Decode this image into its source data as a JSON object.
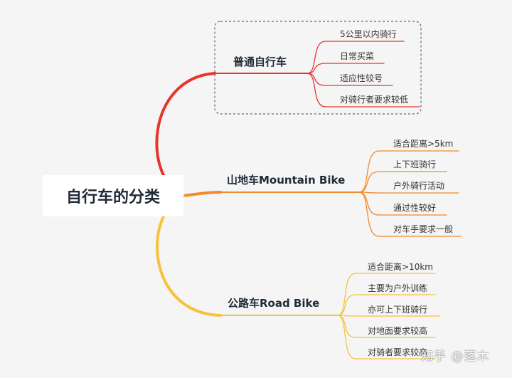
{
  "root": {
    "label": "自行车的分类"
  },
  "branches": [
    {
      "label": "普通自行车",
      "color": "#e8352a",
      "leaves": [
        "5公里以内骑行",
        "日常买菜",
        "适应性较号",
        "对骑行者要求较低"
      ]
    },
    {
      "label": "山地车Mountain Bike",
      "color": "#f08a2c",
      "leaves": [
        "适合距离>5km",
        "上下班骑行",
        "户外骑行活动",
        "通过性较好",
        "对车手要求一般"
      ]
    },
    {
      "label": "公路车Road Bike",
      "color": "#f7c23a",
      "leaves": [
        "适合距离>10km",
        "主要为户外训练",
        "亦可上下班骑行",
        "对地面要求较高",
        "对骑者要求较高"
      ]
    }
  ],
  "watermark": "知乎 @落木"
}
